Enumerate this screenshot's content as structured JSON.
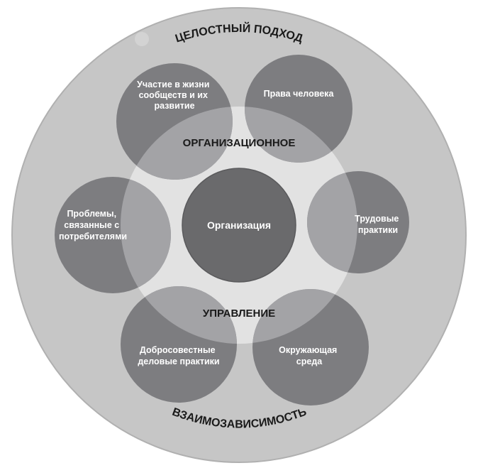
{
  "outer_top_label": "ЦЕЛОСТНЫЙ ПОДХОД",
  "outer_bottom_label": "ВЗАИМОЗАВИСИМОСТЬ",
  "ring_top_label": "ОРГАНИЗАЦИОННОЕ",
  "ring_bottom_label": "УПРАВЛЕНИЕ",
  "center_label": "Организация",
  "circles": {
    "community": [
      "Участие в жизни",
      "сообществ и их",
      "развитие"
    ],
    "human_rights": [
      "Права человека"
    ],
    "labour": [
      "Трудовые",
      "практики"
    ],
    "environment": [
      "Окружающая",
      "среда"
    ],
    "fair_practices": [
      "Добросовестные",
      "деловые практики"
    ],
    "consumers": [
      "Проблемы,",
      "связанные с",
      "потребителями"
    ]
  },
  "colors": {
    "outer_circle": "#c6c6c6",
    "ring": "#e2e2e2",
    "satellite": "#7d7d80",
    "center": "#6a6a6c",
    "overlap": "#a3a3a6"
  }
}
